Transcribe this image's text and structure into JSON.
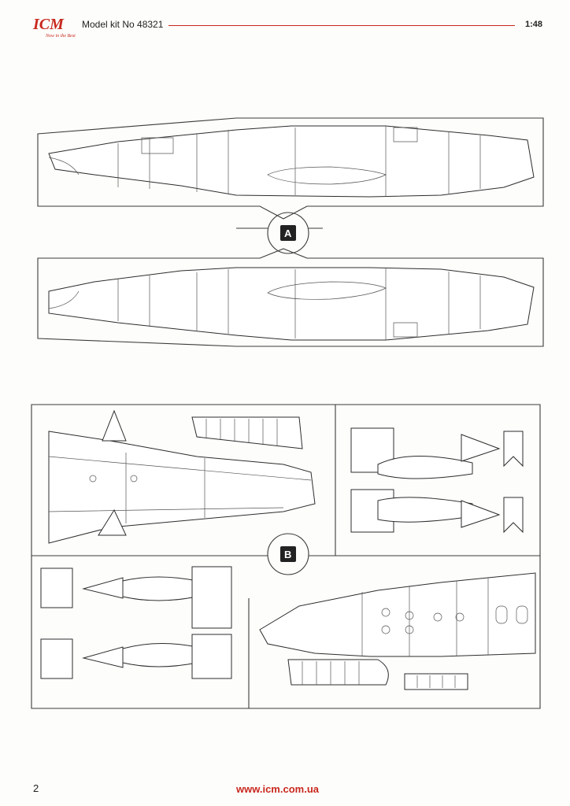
{
  "header": {
    "logo_text": "ICM",
    "logo_slogan": "Now in the Best",
    "kit_title": "Model kit No 48321",
    "scale": "1:48"
  },
  "sprues": [
    {
      "id": "A",
      "label": "A"
    },
    {
      "id": "B",
      "label": "B"
    }
  ],
  "footer": {
    "page_number": "2",
    "website": "www.icm.com.ua"
  },
  "colors": {
    "brand_red": "#c8281e",
    "line": "#2c2c2c"
  }
}
